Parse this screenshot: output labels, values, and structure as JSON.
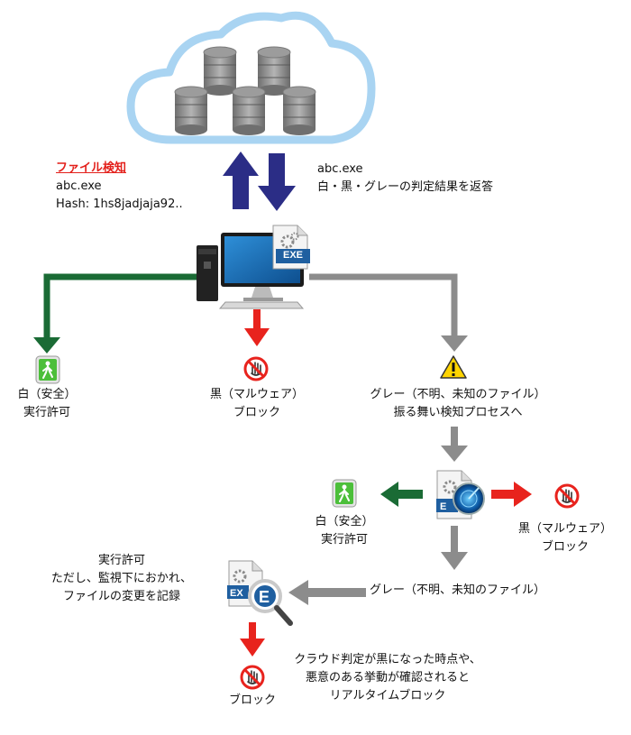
{
  "detection": {
    "title": "ファイル検知",
    "file": "abc.exe",
    "hash": "Hash: 1hs8jadjaja92.."
  },
  "cloud_response": {
    "file": "abc.exe",
    "text": "白・黒・グレーの判定結果を返答"
  },
  "exe_label": "EXE",
  "branch_white": {
    "line1": "白（安全）",
    "line2": "実行許可"
  },
  "branch_black": {
    "line1": "黒（マルウェア）",
    "line2": "ブロック"
  },
  "branch_gray": {
    "line1": "グレー（不明、未知のファイル）",
    "line2": "振る舞い検知プロセスへ"
  },
  "behavior_white": {
    "line1": "白（安全）",
    "line2": "実行許可"
  },
  "behavior_black": {
    "line1": "黒（マルウェア）",
    "line2": "ブロック"
  },
  "behavior_gray": {
    "label": "グレー（不明、未知のファイル）"
  },
  "monitor_note": {
    "line1": "実行許可",
    "line2": "ただし、監視下におかれ、",
    "line3": "ファイルの変更を記録"
  },
  "final_block": {
    "label": "ブロック"
  },
  "realtime_note": {
    "line1": "クラウド判定が黒になった時点や、",
    "line2": "悪意のある挙動が確認されると",
    "line3": "リアルタイムブロック"
  },
  "colors": {
    "up_down_arrows": "#2b2d86",
    "green_arrow": "#1a6b35",
    "red_arrow": "#e8231d",
    "gray_arrow": "#8c8c8c",
    "cloud_outline": "#a9d4f2"
  }
}
